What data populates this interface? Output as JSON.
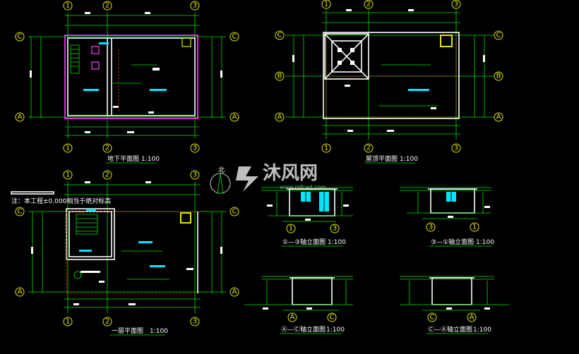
{
  "titles": {
    "basement": "地下平面图",
    "roof": "屋顶平面图",
    "ground": "一层平面图",
    "elev_a": "①—③轴立面图",
    "elev_b": "③—①轴立面图",
    "elev_c": "Ⓐ—Ⓒ轴立面图",
    "elev_d": "Ⓒ—Ⓐ轴立面图",
    "scale": "1:100"
  },
  "axes": {
    "n1": "1",
    "n2": "2",
    "n3": "3",
    "la": "A",
    "lb": "B",
    "lc": "C"
  },
  "annotations": {
    "north": "北",
    "side_note": "注：本工程±0.000相当于绝对标高"
  },
  "watermark": {
    "brand": "沐风网",
    "url": "www.mfcad.com"
  },
  "colors": {
    "background": "#000000",
    "axis": "#dfe600",
    "dimension": "#00e000",
    "wall": "#ffffff",
    "basement_wall": "#ff40ff",
    "section": "#ff2020",
    "glazing": "#00e6ff"
  }
}
